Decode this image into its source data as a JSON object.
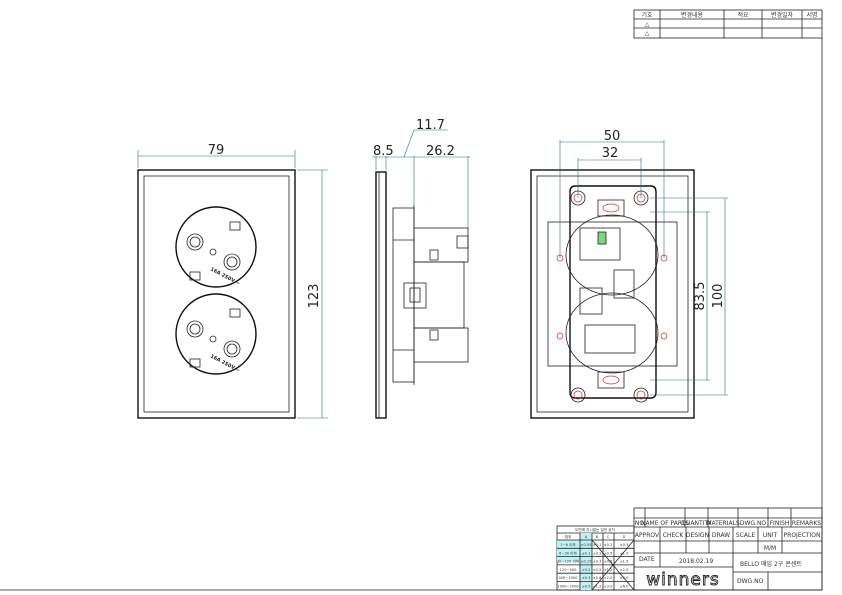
{
  "revision_table": {
    "headers": [
      "기호",
      "변경내용",
      "적요",
      "변경일자",
      "서명"
    ],
    "rows": [
      "△",
      "△"
    ]
  },
  "front_view": {
    "dim_width": "79",
    "dim_height": "123",
    "socket_rating": "16A 250V ~"
  },
  "side_view": {
    "dim_a": "8.5",
    "dim_b": "11.7",
    "dim_c": "26.2"
  },
  "back_view": {
    "dim_outer": "50",
    "dim_inner": "32",
    "dim_83": "83.5",
    "dim_100": "100"
  },
  "tolerance_table": {
    "title": "도면에 지시없는 일반 공차",
    "headers": [
      "범위",
      "A",
      "B",
      "C",
      "D"
    ],
    "rows": [
      [
        "1~6 이하",
        "±0.05",
        "±0.1",
        "±0.2",
        "±0.3"
      ],
      [
        "6~30 이하",
        "±0.1",
        "±0.2",
        "±0.5",
        "±1.0"
      ],
      [
        "30~120 이하",
        "±0.15",
        "±0.3",
        "±0.8",
        "±1.5"
      ],
      [
        "120~400",
        "±0.2",
        "±0.5",
        "±1.2",
        "±2.5"
      ],
      [
        "400~1000",
        "±0.3",
        "±0.8",
        "±2.0",
        "±4.0"
      ],
      [
        "1000~2000",
        "±0.5",
        "±1.2",
        "±3.0",
        "±6.0"
      ]
    ]
  },
  "title_block": {
    "parts_headers": [
      "NO",
      "NAME OF PARTS",
      "QUANTITY",
      "MATERIALS",
      "DWG.NO",
      "FINISH",
      "REMARKS"
    ],
    "approval_headers": [
      "APPROV",
      "CHECK",
      "DESIGN",
      "DRAW",
      "SCALE",
      "UNIT",
      "PROJECTION"
    ],
    "unit_value": "M/M",
    "date_label": "DATE",
    "date_value": "2018.02.19",
    "title": "BELLO 매입 2구 콘센트",
    "dwg_no_label": "DWG.NO",
    "logo": "winners"
  },
  "colors": {
    "dimension": "#2a6f7f",
    "centermark": "#d22222",
    "highlight": "#00c8c8",
    "terminal": "#7dd87d"
  }
}
